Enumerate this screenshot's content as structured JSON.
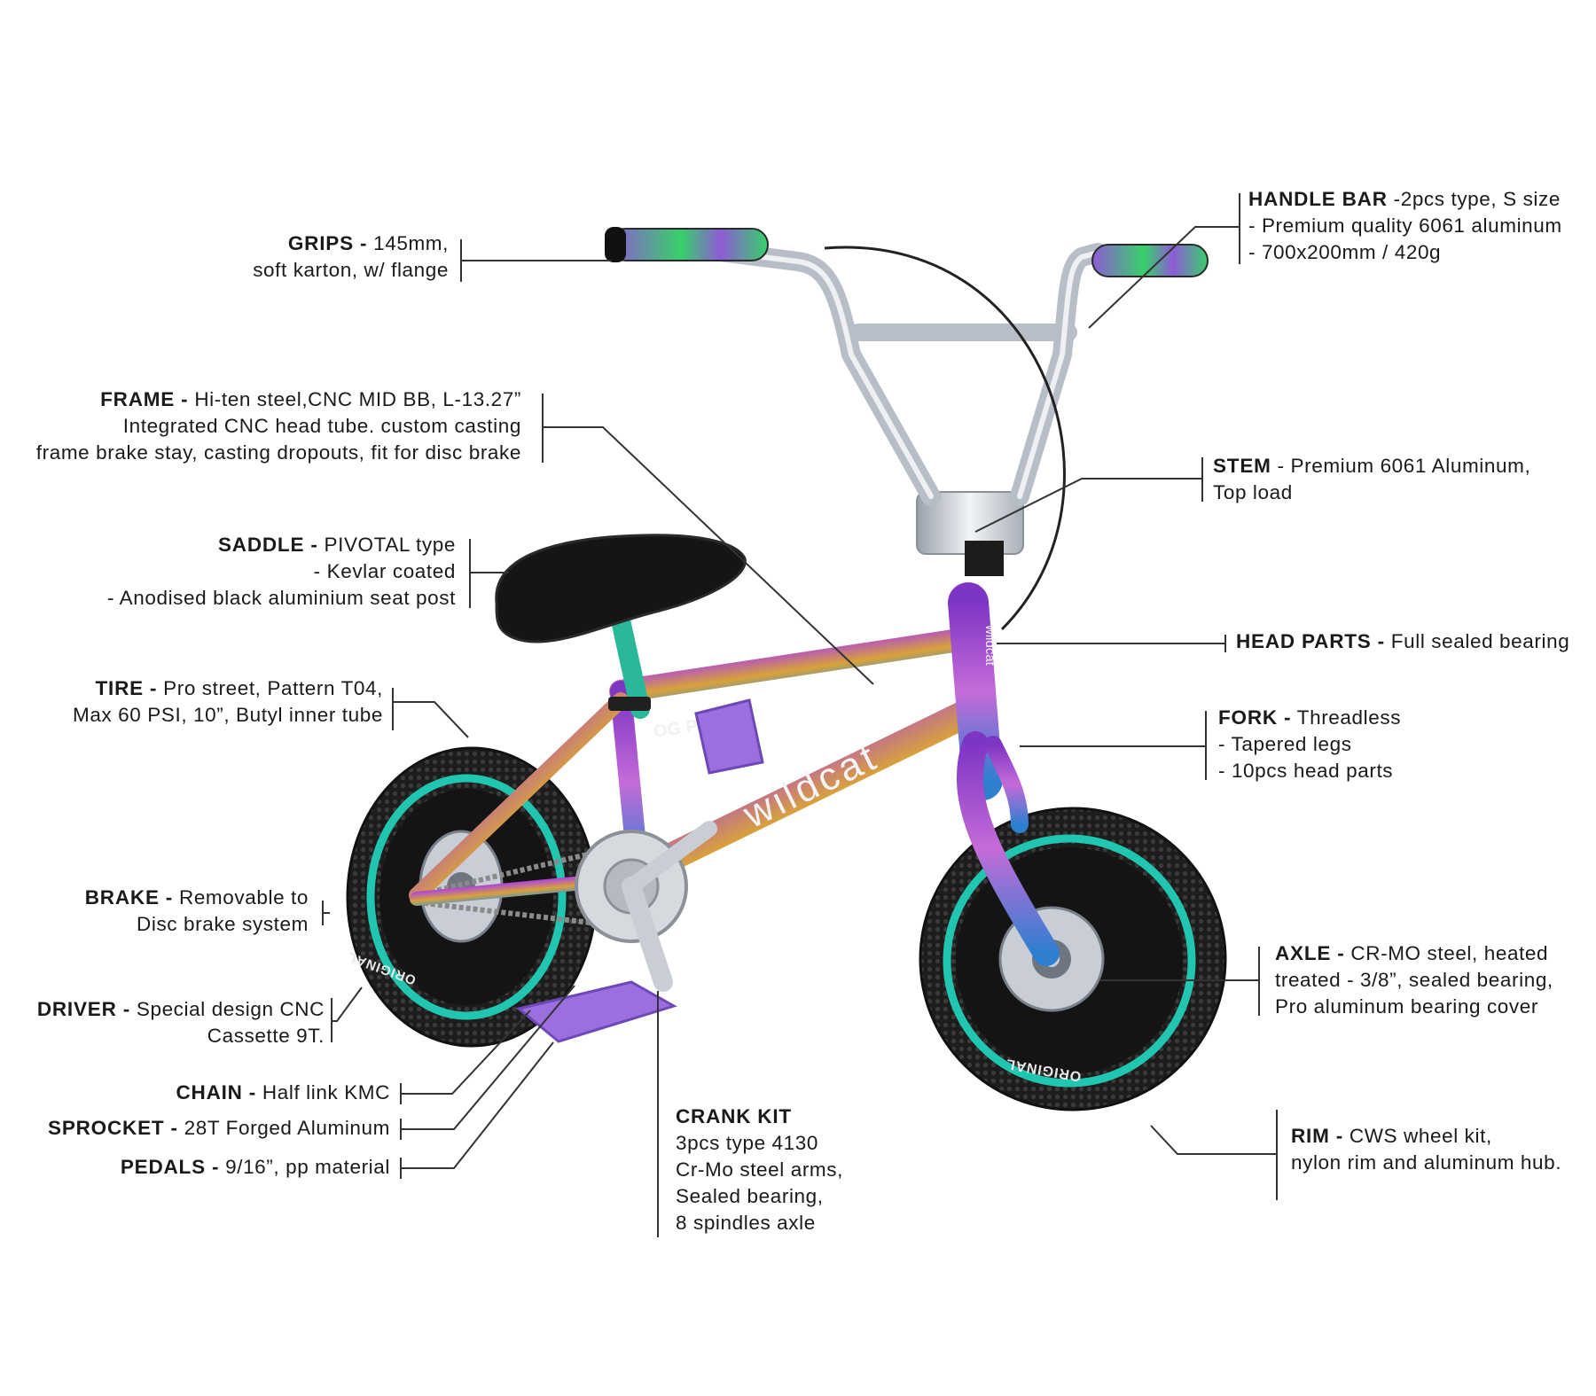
{
  "brand": {
    "text": "wildcat",
    "fork_brand": "wildcat",
    "tire_text": "ORIGINAL",
    "frame_badge": "OG PRO"
  },
  "colors": {
    "rim_band": "#21c6b0",
    "pedal": "#9b6fe0",
    "grip_purple": "#8e5bd6",
    "grip_green": "#37d06a",
    "chrome": "#c9ced6",
    "tire": "#1c1c1c",
    "leader": "#333333"
  },
  "callouts": {
    "grips": {
      "title": "GRIPS -",
      "lines": [
        "145mm,",
        "soft karton, w/ flange"
      ]
    },
    "handlebar": {
      "title": "HANDLE BAR",
      "lines": [
        "-2pcs type, S size",
        "- Premium quality 6061 aluminum",
        "- 700x200mm / 420g"
      ]
    },
    "frame": {
      "title": "FRAME -",
      "lines": [
        "Hi-ten steel,CNC MID BB, L-13.27”",
        "Integrated CNC head tube. custom casting",
        "frame brake stay, casting dropouts, fit for disc brake"
      ]
    },
    "stem": {
      "title": "STEM",
      "lines": [
        "- Premium 6061 Aluminum,",
        "Top load"
      ]
    },
    "saddle": {
      "title": "SADDLE -",
      "lines": [
        "PIVOTAL type",
        "- Kevlar coated",
        "- Anodised black aluminium seat post"
      ]
    },
    "headparts": {
      "title": "HEAD PARTS -",
      "lines": [
        "Full sealed bearing"
      ]
    },
    "tire": {
      "title": "TIRE -",
      "lines": [
        "Pro street, Pattern T04,",
        "Max 60 PSI, 10”, Butyl inner tube"
      ]
    },
    "fork": {
      "title": "FORK -",
      "lines": [
        "Threadless",
        "- Tapered legs",
        "- 10pcs head parts"
      ]
    },
    "brake": {
      "title": "BRAKE -",
      "lines": [
        "Removable to",
        "Disc brake system"
      ]
    },
    "axle": {
      "title": "AXLE -",
      "lines": [
        "CR-MO steel, heated",
        "treated - 3/8”, sealed bearing,",
        "Pro aluminum bearing cover"
      ]
    },
    "driver": {
      "title": "DRIVER -",
      "lines": [
        "Special design CNC",
        "Cassette 9T."
      ]
    },
    "chain": {
      "title": "CHAIN -",
      "lines": [
        "Half link KMC"
      ]
    },
    "sprocket": {
      "title": "SPROCKET -",
      "lines": [
        "28T Forged Aluminum"
      ]
    },
    "pedals": {
      "title": "PEDALS -",
      "lines": [
        "9/16”, pp material"
      ]
    },
    "crank": {
      "title": "CRANK KIT",
      "lines": [
        "3pcs type 4130",
        "Cr-Mo steel arms,",
        "Sealed bearing,",
        "8 spindles axle"
      ]
    },
    "rim": {
      "title": "RIM -",
      "lines": [
        "CWS wheel kit,",
        "nylon rim and aluminum hub."
      ]
    }
  }
}
